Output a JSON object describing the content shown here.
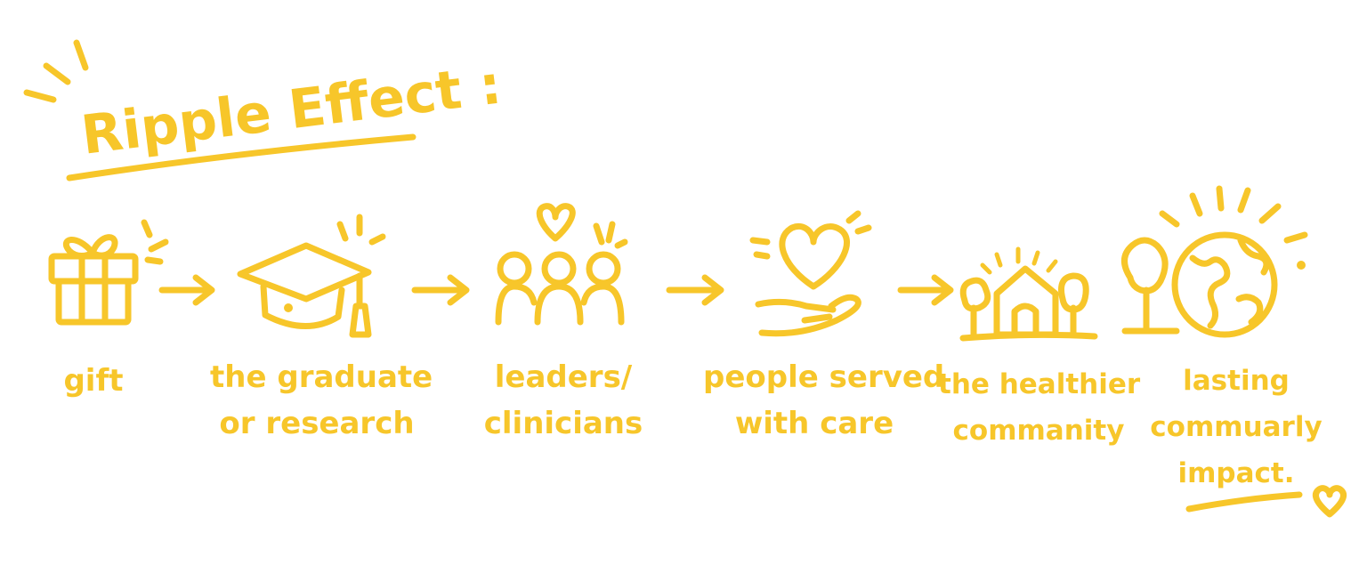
{
  "title": "Ripple Effect :",
  "accent_color": "#f7c62a",
  "steps": [
    {
      "icon": "gift-icon",
      "lines": [
        "gift"
      ]
    },
    {
      "icon": "graduation-cap-icon",
      "lines": [
        "the graduate",
        "or research"
      ]
    },
    {
      "icon": "people-group-icon",
      "lines": [
        "leaders/",
        "clinicians"
      ]
    },
    {
      "icon": "heart-in-hand-icon",
      "lines": [
        "people served",
        "with care"
      ]
    },
    {
      "icon": "house-trees-icon",
      "lines": [
        "the healthier",
        "commanity"
      ]
    },
    {
      "icon": "tree-globe-icon",
      "lines": [
        "lasting",
        "commuarly",
        "impact."
      ]
    }
  ]
}
